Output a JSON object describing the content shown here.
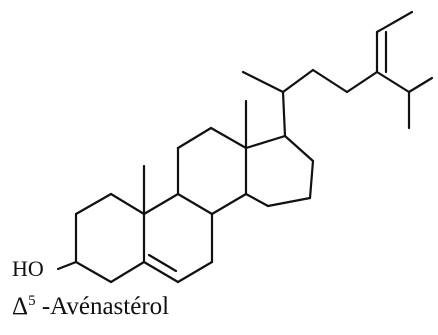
{
  "molecule": {
    "substituent_label": "HO",
    "caption": {
      "symbol": "Δ",
      "superscript": "5",
      "name": " -Avénastérol"
    }
  },
  "colors": {
    "ink": "#111111",
    "background": "#ffffff"
  }
}
